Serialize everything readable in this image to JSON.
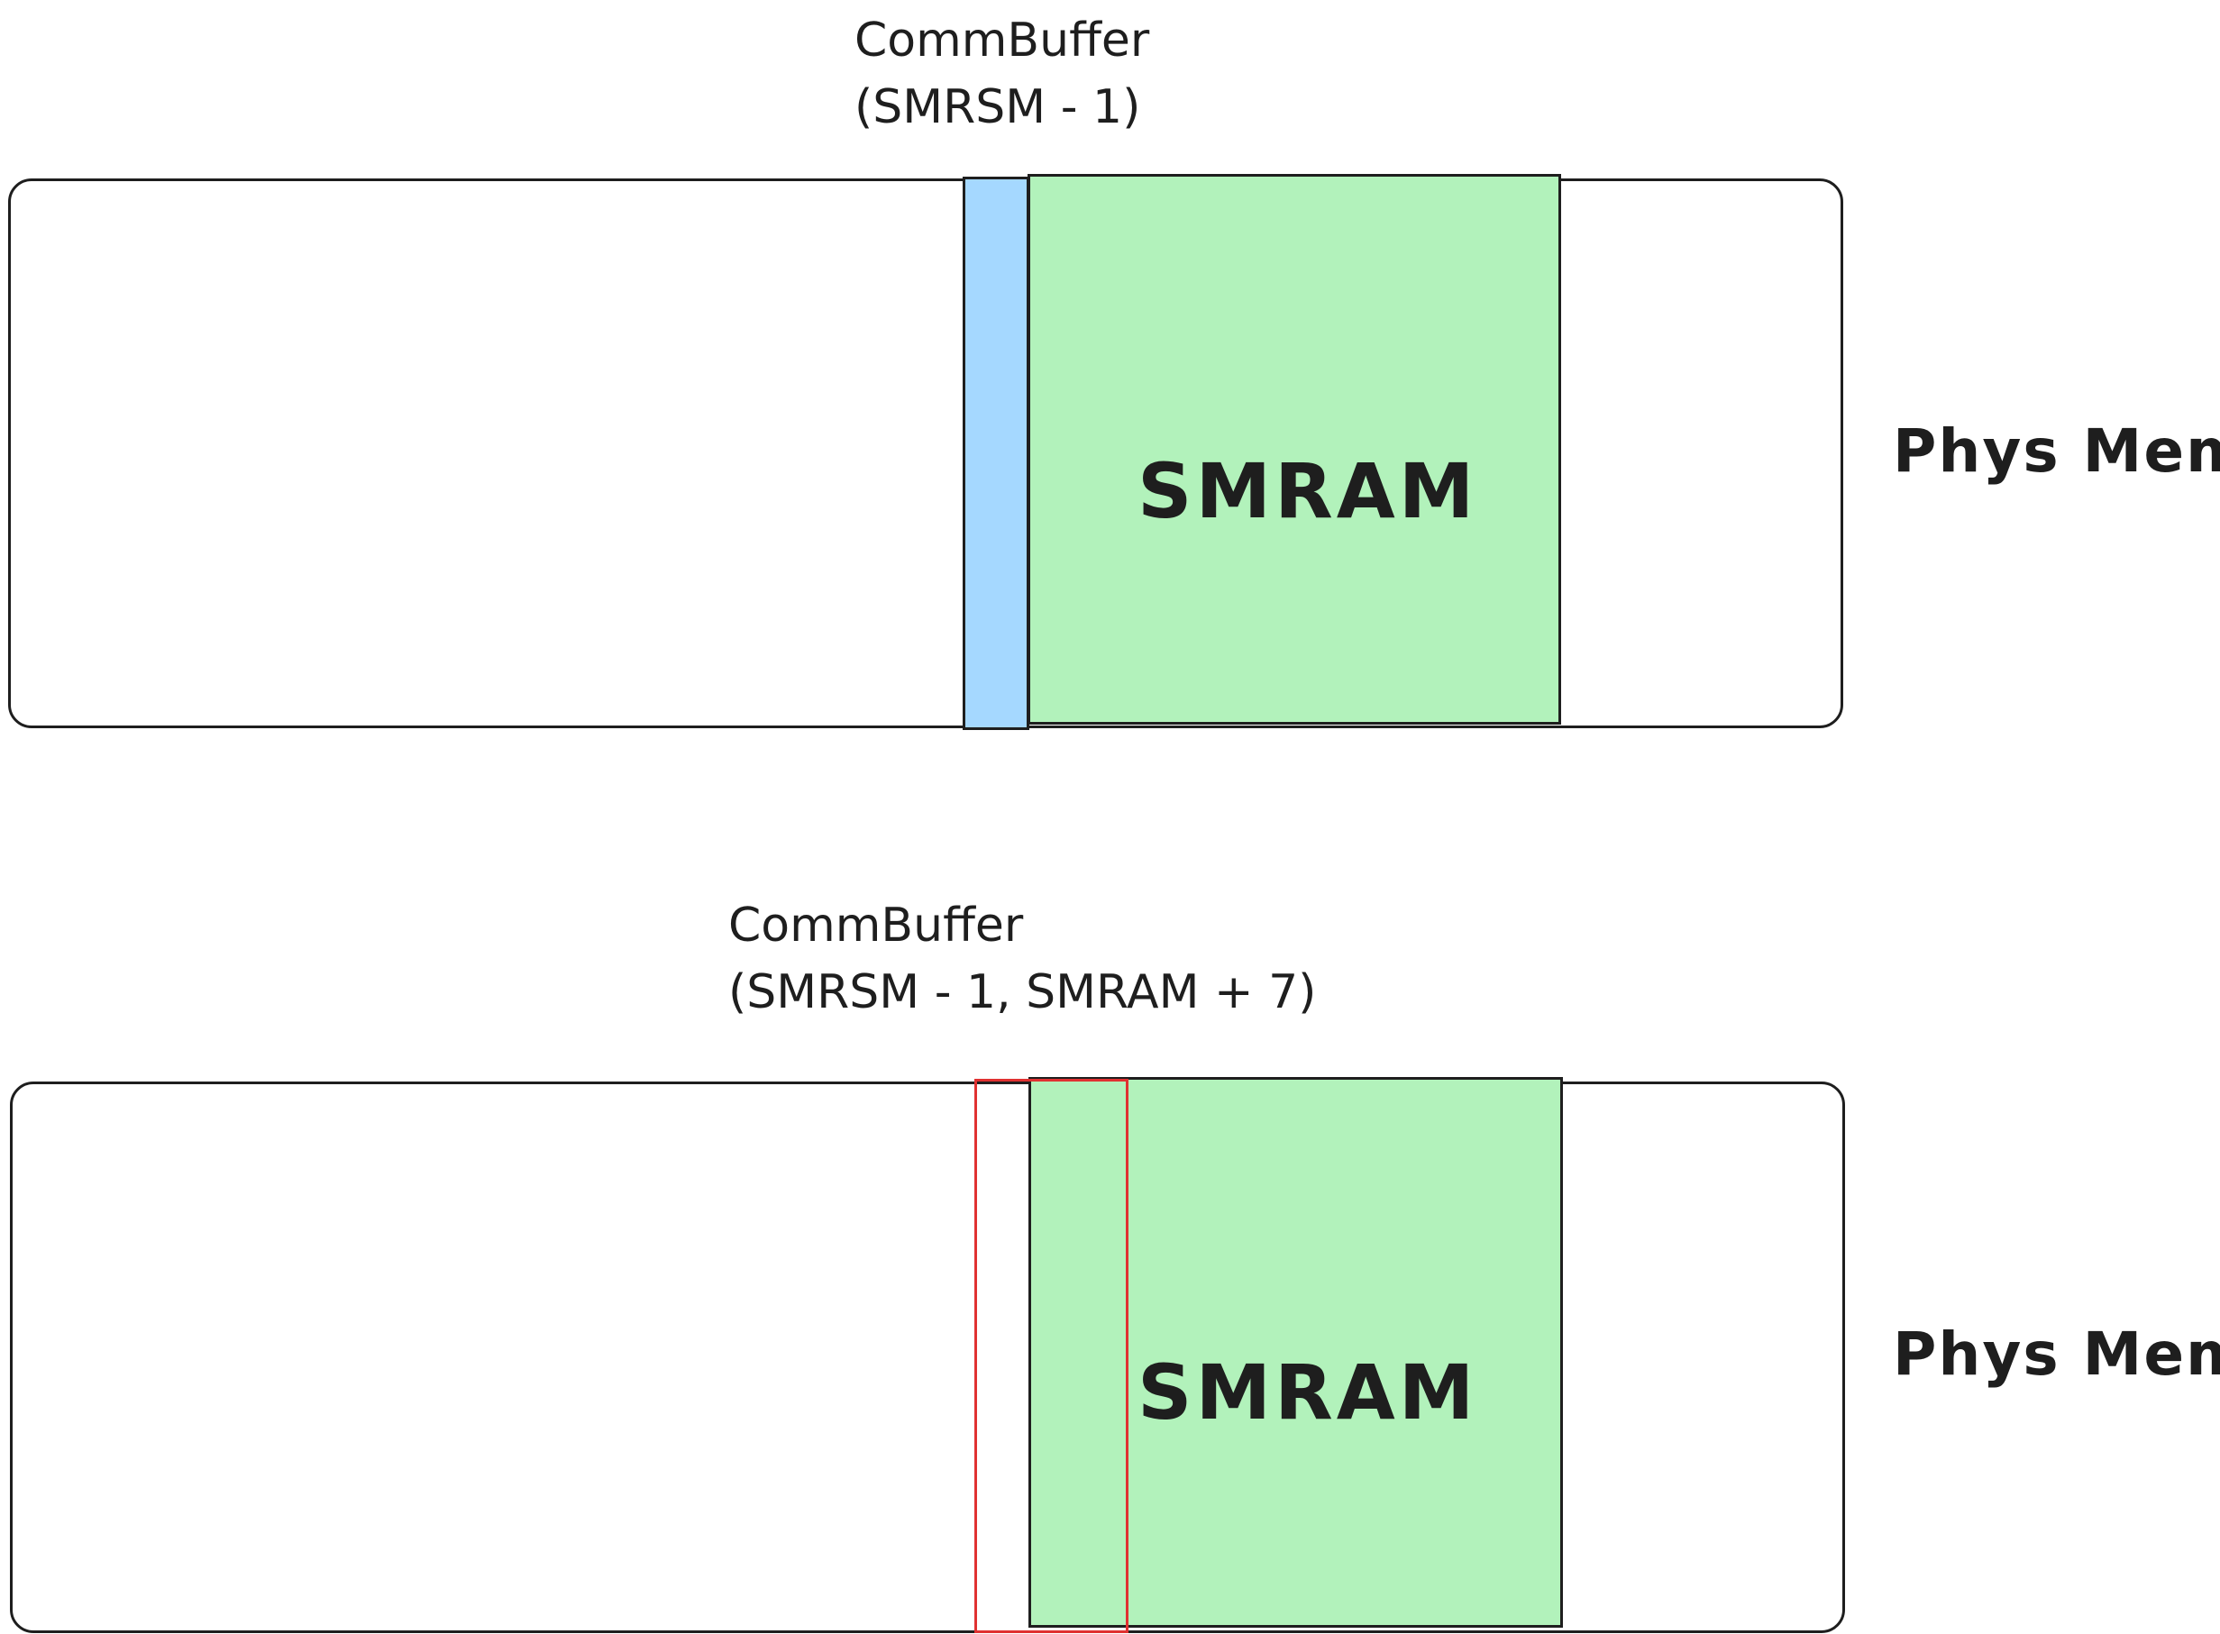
{
  "diagrams": [
    {
      "caption_line1": "CommBuffer",
      "caption_line2": "(SMRSM - 1)",
      "region_label": "SMRAM",
      "side_label": "Phys Mem",
      "colors": {
        "smram_fill": "#b2f2bb",
        "comm_buffer_fill": "#a5d8ff",
        "stroke": "#1e1e1e"
      }
    },
    {
      "caption_line1": "CommBuffer",
      "caption_line2": "(SMRSM - 1, SMRAM + 7)",
      "region_label": "SMRAM",
      "side_label": "Phys Mem",
      "colors": {
        "smram_fill": "#b2f2bb",
        "comm_buffer_outline": "#e03131",
        "stroke": "#1e1e1e"
      }
    }
  ]
}
